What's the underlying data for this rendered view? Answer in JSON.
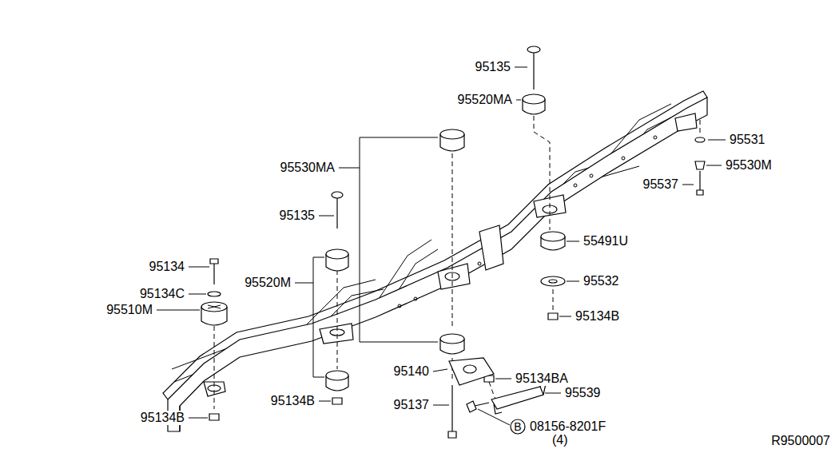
{
  "diagram": {
    "labels": [
      "95135",
      "95520MA",
      "95531",
      "95530MA",
      "95530M",
      "95537",
      "95135",
      "55491U",
      "95134",
      "95520M",
      "95532",
      "95134C",
      "95510M",
      "95134B",
      "95140",
      "95134BA",
      "95539",
      "95134B",
      "95137",
      "95134B",
      "B",
      "08156-8201F",
      "(4)",
      "R9500007"
    ]
  }
}
